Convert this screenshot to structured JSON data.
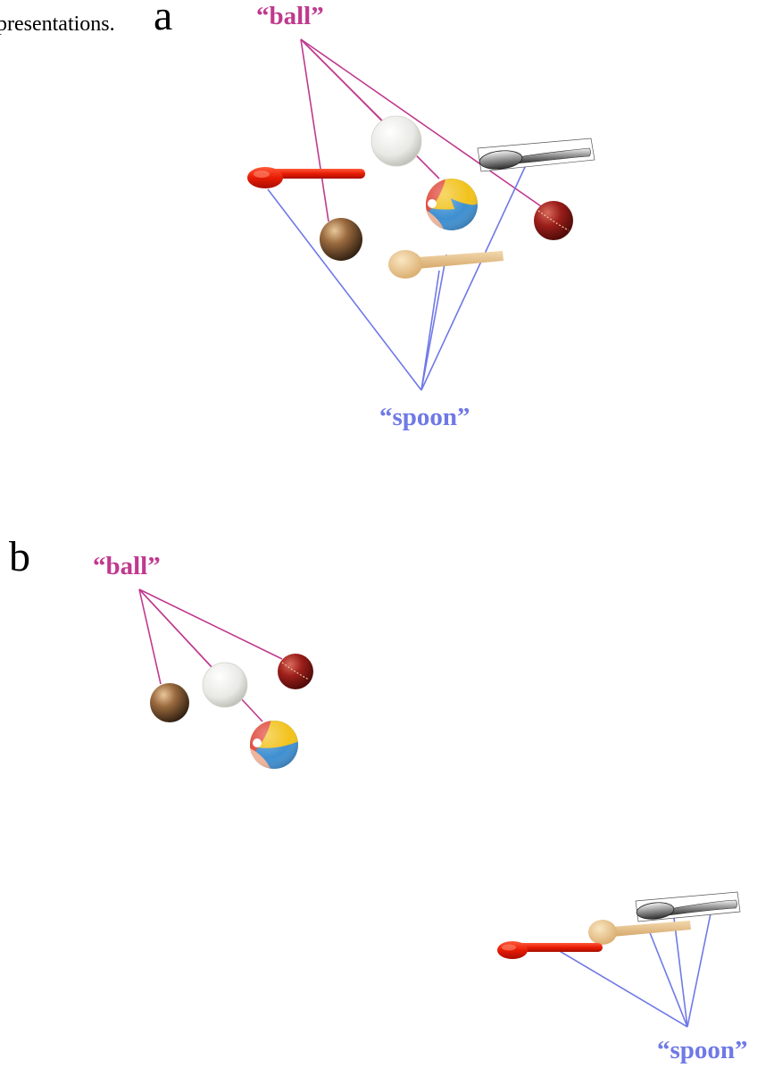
{
  "caption_fragment": "presentations.",
  "panels": [
    {
      "letter": "a",
      "ball_label": "“ball”",
      "spoon_label": "“spoon”"
    },
    {
      "letter": "b",
      "ball_label": "“ball”",
      "spoon_label": "“spoon”"
    }
  ],
  "colors": {
    "ball": "#c0398e",
    "spoon": "#6f79e6"
  },
  "objects": {
    "balls": [
      "bronze-ball",
      "snowball",
      "beach-ball",
      "cricket-ball"
    ],
    "spoons": [
      "red-plastic-spoon",
      "wooden-spoon",
      "silver-spoon"
    ]
  }
}
